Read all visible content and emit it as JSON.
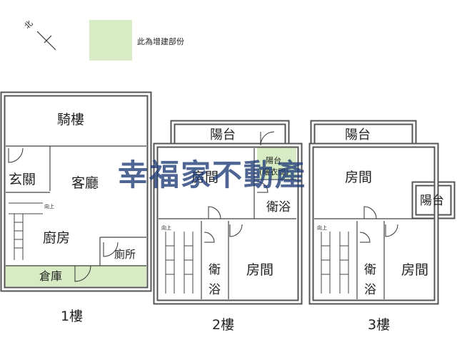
{
  "legend": {
    "north_label": "北",
    "addition_label": "此為增建部份",
    "addition_color": "#d7ecc4"
  },
  "floor1": {
    "caption": "1樓",
    "arcade": "騎樓",
    "entrance": "玄關",
    "living": "客廳",
    "kitchen": "廚房",
    "toilet": "廁所",
    "storage": "倉庫",
    "stair_up": "向上"
  },
  "floor2": {
    "caption": "2樓",
    "balcony": "陽台",
    "room_a": "房間",
    "drying_balcony_1": "陽台",
    "drying_balcony_2": "(曬衣間)",
    "bath_upper": "衛浴",
    "bath_lower_1": "衛",
    "bath_lower_2": "浴",
    "room_b": "房間",
    "stair_up": "向上"
  },
  "floor3": {
    "caption": "3樓",
    "balcony_top": "陽台",
    "room_a": "房間",
    "balcony_side": "陽台",
    "bath_1": "衛",
    "bath_2": "浴",
    "room_b": "房間",
    "stair_up": "向上"
  },
  "watermark": "幸福家不動產"
}
